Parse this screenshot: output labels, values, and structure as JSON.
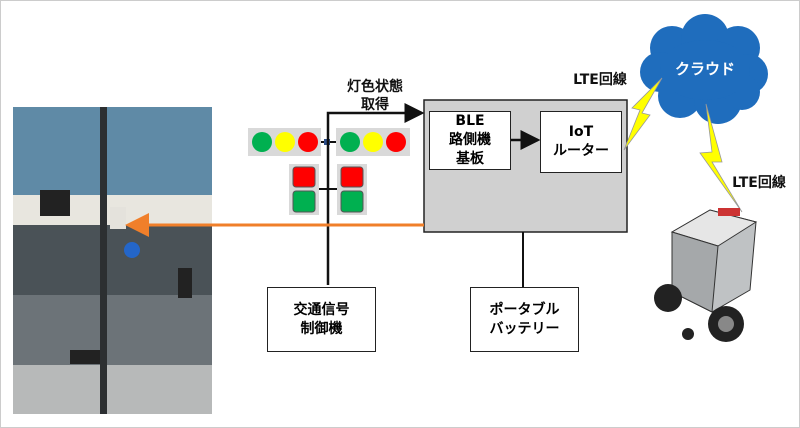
{
  "labels": {
    "signal_state": "灯色状態\n取得",
    "ble_board": "BLE\n路側機\n基板",
    "iot_router": "IoT\nルーター",
    "traffic_controller": "交通信号\n制御機",
    "portable_battery": "ポータブル\nバッテリー",
    "cloud": "クラウド",
    "lte_left": "LTE回線",
    "lte_right": "LTE回線"
  },
  "colors": {
    "cloud": "#1f6dbd",
    "bolt": "#ffff00",
    "orange_line": "#f07f2a",
    "device_box": "#d0d0d0",
    "light_green": "#00b050",
    "light_yellow": "#ffff00",
    "light_red": "#ff0000"
  }
}
